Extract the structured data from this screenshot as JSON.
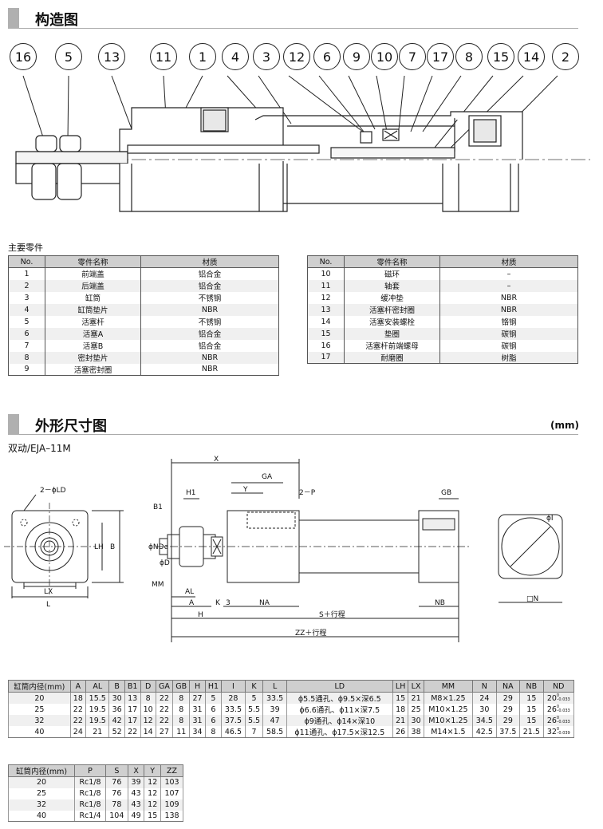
{
  "structure": {
    "title": "构造图",
    "callouts": [
      "16",
      "5",
      "13",
      "11",
      "1",
      "4",
      "3",
      "12",
      "6",
      "9",
      "10",
      "7",
      "17",
      "8",
      "15",
      "14",
      "2"
    ]
  },
  "parts": {
    "heading": "主要零件",
    "headers": [
      "No.",
      "零件名称",
      "材质"
    ],
    "left": [
      [
        "1",
        "前端盖",
        "铝合金"
      ],
      [
        "2",
        "后端盖",
        "铝合金"
      ],
      [
        "3",
        "缸筒",
        "不锈钢"
      ],
      [
        "4",
        "缸筒垫片",
        "NBR"
      ],
      [
        "5",
        "活塞杆",
        "不锈钢"
      ],
      [
        "6",
        "活塞A",
        "铝合金"
      ],
      [
        "7",
        "活塞B",
        "铝合金"
      ],
      [
        "8",
        "密封垫片",
        "NBR"
      ],
      [
        "9",
        "活塞密封圈",
        "NBR"
      ]
    ],
    "right": [
      [
        "10",
        "磁环",
        "–"
      ],
      [
        "11",
        "轴套",
        "–"
      ],
      [
        "12",
        "缓冲垫",
        "NBR"
      ],
      [
        "13",
        "活塞杆密封圈",
        "NBR"
      ],
      [
        "14",
        "活塞安装螺栓",
        "铬钢"
      ],
      [
        "15",
        "垫圈",
        "碳钢"
      ],
      [
        "16",
        "活塞杆前端螺母",
        "碳钢"
      ],
      [
        "17",
        "耐磨圈",
        "树脂"
      ]
    ]
  },
  "dimensions": {
    "title": "外形尺寸图",
    "unit": "(mm)",
    "model": "双动/EJA–11M",
    "labels": {
      "phiLD": "2－ϕLD",
      "B1": "B1",
      "H1": "H1",
      "X": "X",
      "GA": "GA",
      "Y": "Y",
      "P": "2－P",
      "GB": "GB",
      "phiNDe": "ϕNDe",
      "phiD": "ϕD",
      "MM": "MM",
      "AL": "AL",
      "A": "A",
      "K": "K",
      "three": "3",
      "NA": "NA",
      "NB": "NB",
      "H": "H",
      "S": "S＋行程",
      "ZZ": "ZZ＋行程",
      "LX": "LX",
      "L": "L",
      "LH": "LH",
      "Bdim": "B",
      "phiI": "ϕI",
      "N": "□N"
    }
  },
  "table1": {
    "headers": [
      "缸筒内径(mm)",
      "A",
      "AL",
      "B",
      "B1",
      "D",
      "GA",
      "GB",
      "H",
      "H1",
      "I",
      "K",
      "L",
      "LD",
      "LH",
      "LX",
      "MM",
      "N",
      "NA",
      "NB",
      "ND"
    ],
    "rows": [
      {
        "cells": [
          "20",
          "18",
          "15.5",
          "30",
          "13",
          "8",
          "22",
          "8",
          "27",
          "5",
          "28",
          "5",
          "33.5",
          "ϕ5.5通孔、ϕ9.5×深6.5",
          "15",
          "21",
          "M8×1.25",
          "24",
          "29",
          "15",
          "20"
        ],
        "tol": [
          "0",
          "–0.033"
        ]
      },
      {
        "cells": [
          "25",
          "22",
          "19.5",
          "36",
          "17",
          "10",
          "22",
          "8",
          "31",
          "6",
          "33.5",
          "5.5",
          "39",
          "ϕ6.6通孔、ϕ11×深7.5",
          "18",
          "25",
          "M10×1.25",
          "30",
          "29",
          "15",
          "26"
        ],
        "tol": [
          "0",
          "–0.033"
        ]
      },
      {
        "cells": [
          "32",
          "22",
          "19.5",
          "42",
          "17",
          "12",
          "22",
          "8",
          "31",
          "6",
          "37.5",
          "5.5",
          "47",
          "ϕ9通孔、ϕ14×深10",
          "21",
          "30",
          "M10×1.25",
          "34.5",
          "29",
          "15",
          "26"
        ],
        "tol": [
          "0",
          "–0.033"
        ]
      },
      {
        "cells": [
          "40",
          "24",
          "21",
          "52",
          "22",
          "14",
          "27",
          "11",
          "34",
          "8",
          "46.5",
          "7",
          "58.5",
          "ϕ11通孔、ϕ17.5×深12.5",
          "26",
          "38",
          "M14×1.5",
          "42.5",
          "37.5",
          "21.5",
          "32"
        ],
        "tol": [
          "0",
          "–0.039"
        ]
      }
    ]
  },
  "table2": {
    "headers": [
      "缸筒内径(mm)",
      "P",
      "S",
      "X",
      "Y",
      "ZZ"
    ],
    "rows": [
      [
        "20",
        "Rc1/8",
        "76",
        "39",
        "12",
        "103"
      ],
      [
        "25",
        "Rc1/8",
        "76",
        "43",
        "12",
        "107"
      ],
      [
        "32",
        "Rc1/8",
        "78",
        "43",
        "12",
        "109"
      ],
      [
        "40",
        "Rc1/4",
        "104",
        "49",
        "15",
        "138"
      ]
    ]
  }
}
